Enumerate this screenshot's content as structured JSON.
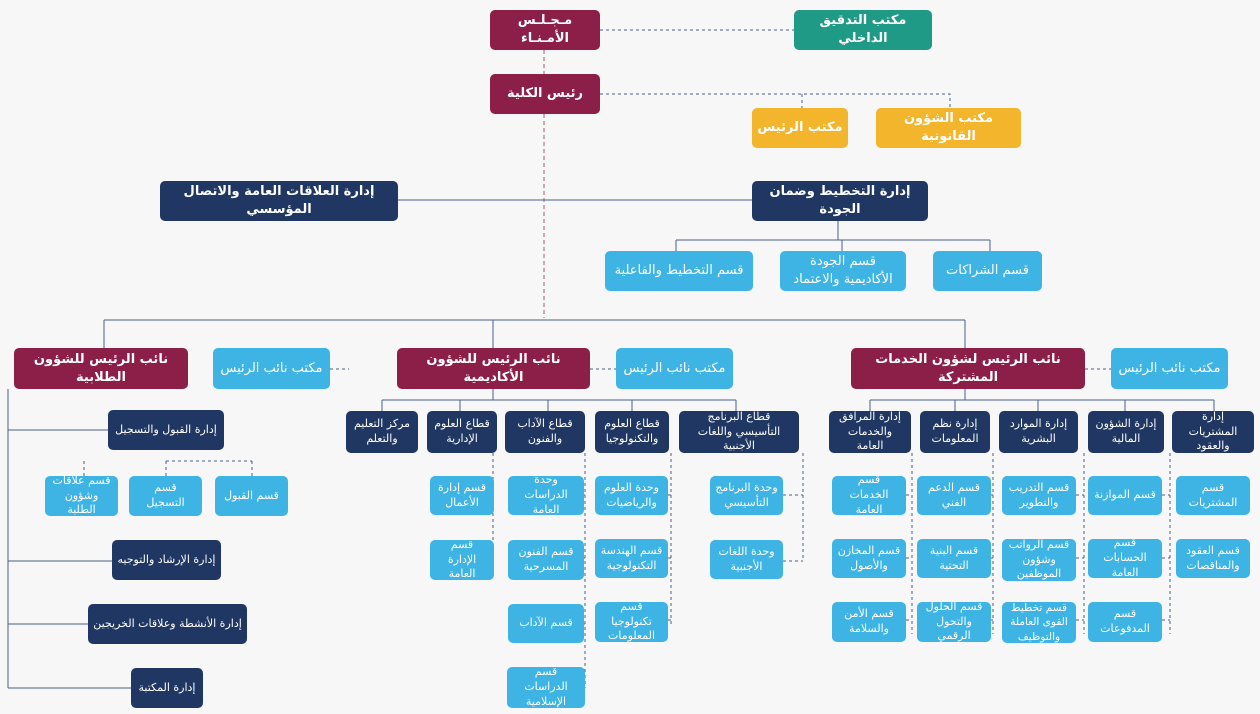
{
  "board": "مـجـلـس الأمـنـاء",
  "internal_audit": "مكتب التدقيق الداخلي",
  "dean": "رئيس الكلية",
  "president_office": "مكتب الرئيس",
  "legal_affairs": "مكتب الشؤون القانونية",
  "public_relations": "إدارة العلاقات العامة والاتصال المؤسسي",
  "planning_quality": "إدارة التخطيط وضمان الجودة",
  "partnerships_dept": "قسم الشراكات",
  "quality_dept": "قسم الجودة الأكاديمية والاعتماد",
  "planning_dept": "قسم التخطيط والفاعلية",
  "vp_shared": "نائب الرئيس لشؤون الخدمات المشتركة",
  "vp_shared_office": "مكتب نائب الرئيس",
  "vp_academic": "نائب الرئيس للشؤون الأكاديمية",
  "vp_academic_office": "مكتب نائب الرئيس",
  "vp_student": "نائب الرئيس للشؤون الطلابية",
  "vp_student_office": "مكتب نائب الرئيس",
  "shared": {
    "procurement": "إدارة المشتريات والعقود",
    "procurement_units": [
      "قسم المشتريات",
      "قسم العقود والمناقصات"
    ],
    "finance": "إدارة الشؤون المالية",
    "finance_units": [
      "قسم الموازنة",
      "قسم الحسابات العامة",
      "قسم المدفوعات"
    ],
    "hr": "إدارة الموارد البشرية",
    "hr_units": [
      "قسم التدريب والتطوير",
      "قسم الرواتب وشؤون الموظفين",
      "قسم تخطيط القوى العاملة والتوظيف"
    ],
    "it": "إدارة نظم المعلومات",
    "it_units": [
      "قسم الدعم الفني",
      "قسم البنية التحتية",
      "قسم الحلول والتحول الرقمي"
    ],
    "facilities": "إدارة المرافق والخدمات العامة",
    "facilities_units": [
      "قسم الخدمات العامة",
      "قسم المخازن والأصول",
      "قسم الأمن والسلامة"
    ]
  },
  "academic": {
    "foundation": "قطاع البرنامج التأسيسي واللغات الأجنبية",
    "foundation_units": [
      "وحدة البرنامج التأسيسي",
      "وحدة اللغات الأجنبية"
    ],
    "science": "قطاع العلوم والتكنولوجيا",
    "science_units": [
      "وحدة العلوم والرياضيات",
      "قسم الهندسة التكنولوجية",
      "قسم تكنولوجيا المعلومات"
    ],
    "arts": "قطاع الآداب والفنون",
    "arts_units": [
      "وحدة الدراسات العامة",
      "قسم الفنون المسرحية",
      "قسم الآداب",
      "قسم الدراسات الإسلامية"
    ],
    "admin": "قطاع العلوم الإدارية",
    "admin_units": [
      "قسم إدارة الأعمال",
      "قسم الإدارة العامة"
    ],
    "learning_center": "مركز التعليم والتعلم"
  },
  "student": {
    "admissions": "إدارة القبول والتسجيل",
    "admissions_units": [
      "قسم القبول",
      "قسم التسجيل",
      "قسم علاقات وشؤون الطلبة"
    ],
    "guidance": "إدارة الإرشاد والتوجيه",
    "activities": "إدارة الأنشطة وعلاقات الخريجين",
    "library": "إدارة المكتبة"
  }
}
